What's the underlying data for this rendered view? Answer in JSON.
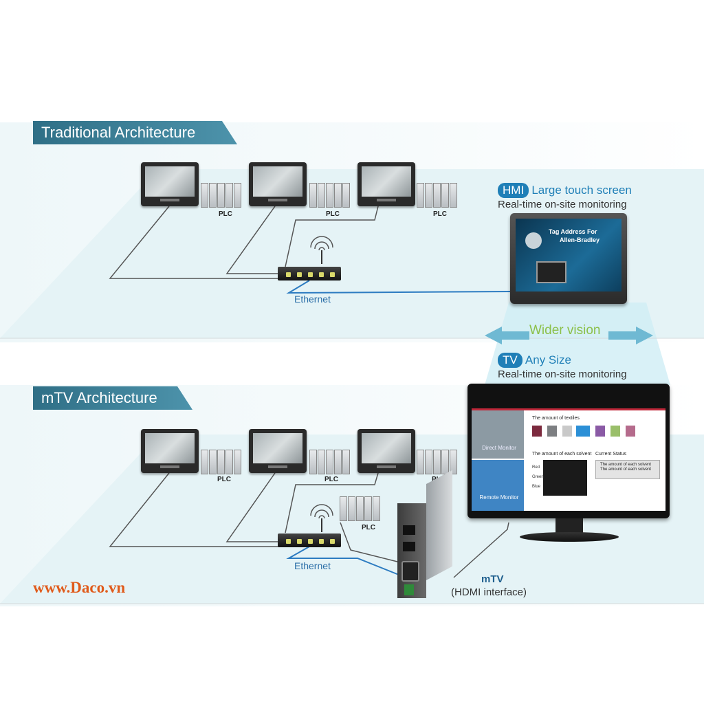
{
  "traditional": {
    "title": "Traditional Architecture",
    "plc_labels": [
      "PLC",
      "PLC",
      "PLC"
    ],
    "ethernet_label": "Ethernet"
  },
  "hmi_callout": {
    "badge": "HMI",
    "headline": "Large touch screen",
    "subline": "Real-time on-site monitoring",
    "screen_lines": [
      "Tag Address For",
      "Allen-Bradley"
    ]
  },
  "wider_vision": "Wider vision",
  "tv_callout": {
    "badge": "TV",
    "headline": "Any Size",
    "subline": "Real-time on-site monitoring"
  },
  "tv_screen": {
    "nav_items": [
      "Direct Monitor",
      "Remote Monitor"
    ],
    "textiles_label": "The amount of textiles",
    "solvent_label": "The amount of each solvent",
    "status_label": "Current Status",
    "legend": [
      "Red",
      "Green",
      "Blue"
    ],
    "status_lines": [
      "The amount of each solvent",
      "The amount of each solvent"
    ]
  },
  "mtv": {
    "title": "mTV Architecture",
    "plc_labels": [
      "PLC",
      "PLC",
      "PLC",
      "PLC"
    ],
    "ethernet_label": "Ethernet",
    "device_name": "mTV",
    "device_sub": "(HDMI interface)"
  },
  "watermark": "www.Daco.vn",
  "colors": {
    "accent": "#1f7fb7",
    "tab": "#3a7f98",
    "watermark": "#e05a1a",
    "wider": "#8cc04a"
  }
}
